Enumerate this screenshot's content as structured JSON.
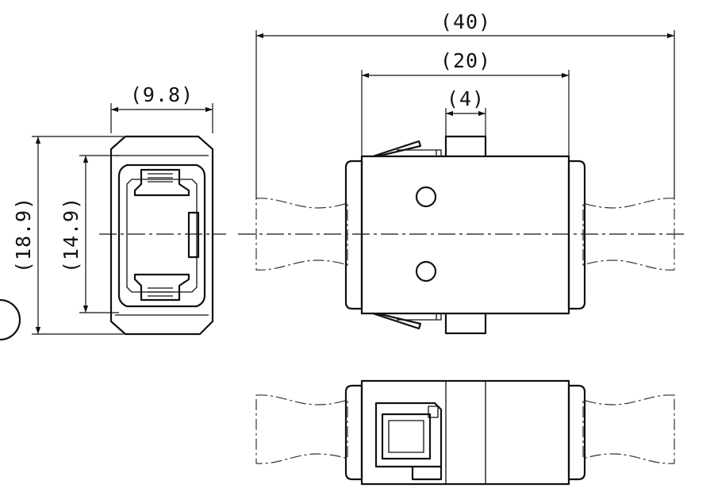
{
  "dimensions": {
    "width_front": "(9.8)",
    "outer_height": "(18.9)",
    "inner_height": "(14.9)",
    "total_length": "(40)",
    "body_length": "(20)",
    "tab_width": "(4)"
  }
}
